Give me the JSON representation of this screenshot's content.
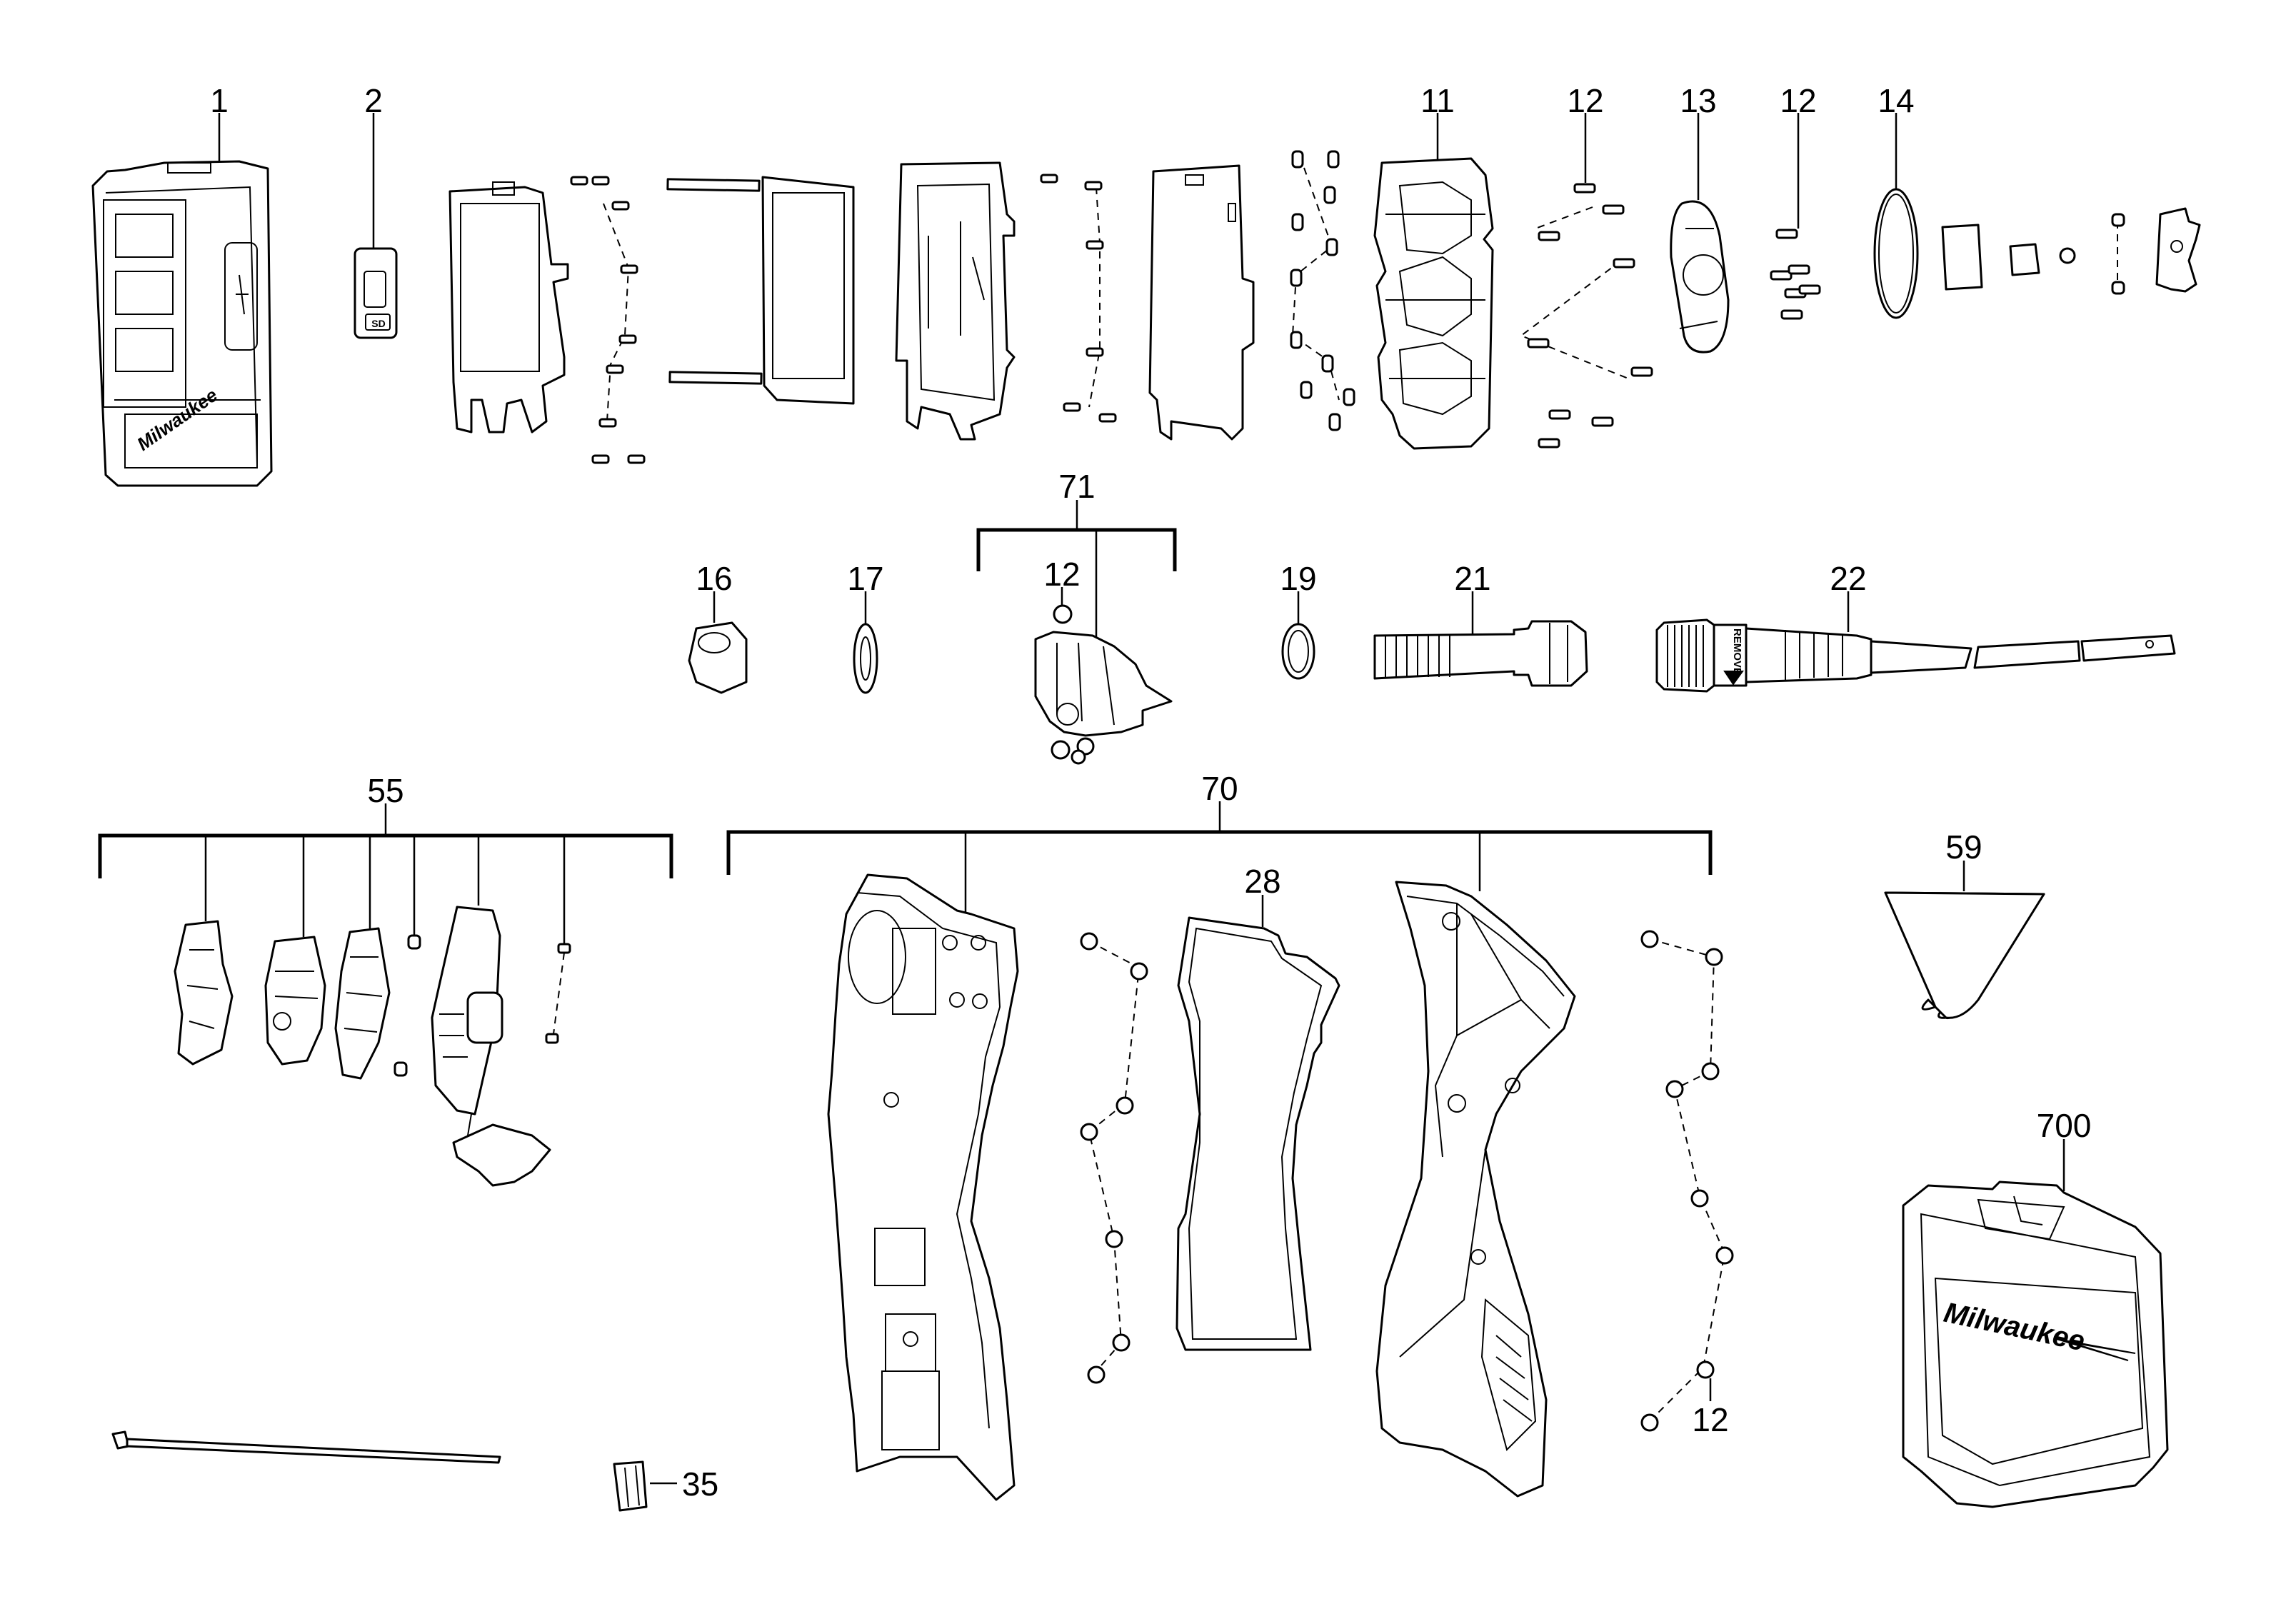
{
  "labels": {
    "p1": "1",
    "p2": "2",
    "p11": "11",
    "p12a": "12",
    "p13": "13",
    "p12b": "12",
    "p14": "14",
    "p71": "71",
    "p12c": "12",
    "p16": "16",
    "p17": "17",
    "p19": "19",
    "p21": "21",
    "p22": "22",
    "p55": "55",
    "p70": "70",
    "p28": "28",
    "p59": "59",
    "p700": "700",
    "p12d": "12",
    "p35": "35"
  },
  "decals": {
    "sd_text": "SD",
    "remove_text": "REMOVE",
    "case_brand": "Milwaukee",
    "housing_brand": "Milwaukee"
  },
  "icons": {
    "arrow": "arrow-down-icon",
    "sd": "sd-card-icon"
  }
}
